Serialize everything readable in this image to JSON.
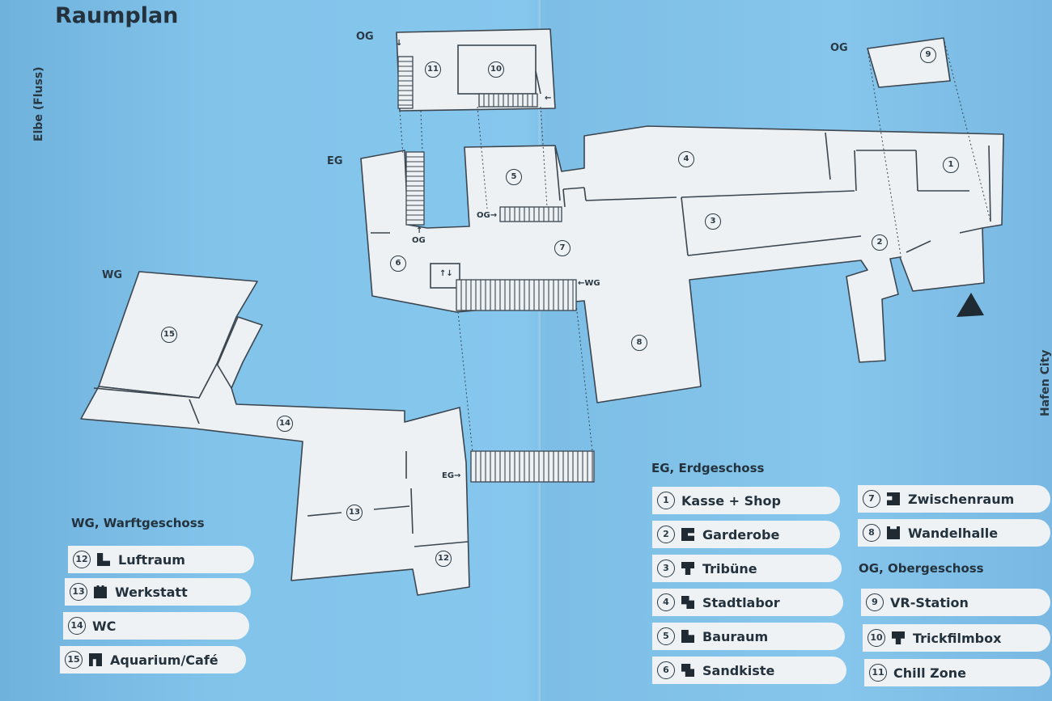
{
  "title": "Raumplan",
  "side_labels": {
    "left": "Elbe (Fluss)",
    "right": "Hafen City"
  },
  "level_labels": {
    "og_left": "OG",
    "og_right": "OG",
    "eg": "EG",
    "wg": "WG"
  },
  "stair_labels": {
    "og_up": "OG",
    "og_arrow_up": "↑",
    "og_right": "OG→",
    "wg_left": "←WG",
    "eg_right": "EG→",
    "lift": "↑↓",
    "down_arrow": "↓",
    "left_arrow": "←"
  },
  "room_numbers": [
    "1",
    "2",
    "3",
    "4",
    "5",
    "6",
    "7",
    "8",
    "9",
    "10",
    "11",
    "12",
    "13",
    "14",
    "15"
  ],
  "legend": {
    "eg": {
      "heading": "EG, Erdgeschoss",
      "items": [
        {
          "num": "1",
          "label": "Kasse + Shop",
          "icon": ""
        },
        {
          "num": "2",
          "label": "Garderobe",
          "icon": "garderobe-icon"
        },
        {
          "num": "3",
          "label": "Tribüne",
          "icon": "tribuene-icon"
        },
        {
          "num": "4",
          "label": "Stadtlabor",
          "icon": "stadtlabor-icon"
        },
        {
          "num": "5",
          "label": "Bauraum",
          "icon": "bauraum-icon"
        },
        {
          "num": "6",
          "label": "Sandkiste",
          "icon": "sandkiste-icon"
        },
        {
          "num": "7",
          "label": "Zwischenraum",
          "icon": "zwischenraum-icon"
        },
        {
          "num": "8",
          "label": "Wandelhalle",
          "icon": "wandelhalle-icon"
        }
      ]
    },
    "og": {
      "heading": "OG, Obergeschoss",
      "items": [
        {
          "num": "9",
          "label": "VR-Station",
          "icon": ""
        },
        {
          "num": "10",
          "label": "Trickfilmbox",
          "icon": "trickfilmbox-icon"
        },
        {
          "num": "11",
          "label": "Chill Zone",
          "icon": ""
        }
      ]
    },
    "wg": {
      "heading": "WG, Warftgeschoss",
      "items": [
        {
          "num": "12",
          "label": "Luftraum",
          "icon": "luftraum-icon"
        },
        {
          "num": "13",
          "label": "Werkstatt",
          "icon": "werkstatt-icon"
        },
        {
          "num": "14",
          "label": "WC",
          "icon": ""
        },
        {
          "num": "15",
          "label": "Aquarium/Café",
          "icon": "aquarium-icon"
        }
      ]
    }
  }
}
